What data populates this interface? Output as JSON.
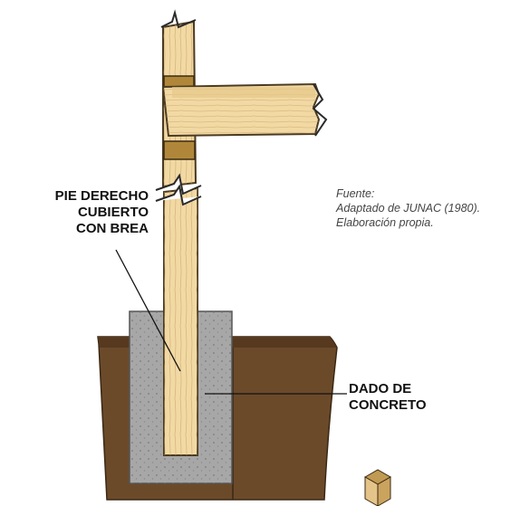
{
  "labels": {
    "post": {
      "lines": [
        "PIE DERECHO",
        "CUBIERTO",
        "CON BREA"
      ]
    },
    "dado": {
      "lines": [
        "DADO DE",
        "CONCRETO"
      ]
    }
  },
  "source": {
    "lines": [
      "Fuente:",
      "Adaptado de JUNAC (1980).",
      "Elaboración propia."
    ]
  },
  "colors": {
    "soil": "#6b4a2a",
    "soil_dark": "#4e341c",
    "concrete": "#a7a7a7",
    "wood": "#f2d9a4",
    "wood_outline": "#4a3a22",
    "blocking": "#b0873a"
  }
}
